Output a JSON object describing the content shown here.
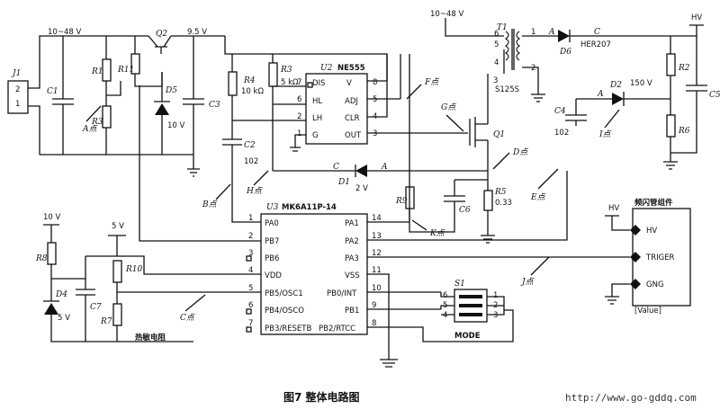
{
  "caption": "图7 整体电路图",
  "watermark": "http://www.go-gddq.com",
  "supplies": {
    "top_left": "10~48 V",
    "top_right": "10~48 V",
    "v95": "9.5 V",
    "hv": "HV",
    "v10": "10 V",
    "v5": "5 V"
  },
  "mcu": {
    "ref": "U3",
    "name": "MK6A11P-14",
    "pins_left": [
      {
        "num": "1",
        "name": "PA0"
      },
      {
        "num": "2",
        "name": "PB7"
      },
      {
        "num": "3",
        "name": "PB6"
      },
      {
        "num": "4",
        "name": "VDD"
      },
      {
        "num": "5",
        "name": "PB5/OSC1"
      },
      {
        "num": "6",
        "name": "PB4/OSCO"
      },
      {
        "num": "7",
        "name": "PB3/RESETB"
      }
    ],
    "pins_right": [
      {
        "num": "14",
        "name": "PA1"
      },
      {
        "num": "13",
        "name": "PA2"
      },
      {
        "num": "12",
        "name": "PA3"
      },
      {
        "num": "11",
        "name": "VSS"
      },
      {
        "num": "10",
        "name": "PB0/INT"
      },
      {
        "num": "9",
        "name": "PB1"
      },
      {
        "num": "8",
        "name": "PB2/RTCC"
      }
    ]
  },
  "ne555": {
    "ref": "U2",
    "name": "NE555",
    "pins_left": [
      {
        "num": "7",
        "name": "DIS"
      },
      {
        "num": "6",
        "name": "HL"
      },
      {
        "num": "2",
        "name": "LH"
      },
      {
        "num": "1",
        "name": "G"
      }
    ],
    "pins_right": [
      {
        "num": "8",
        "name": "V"
      },
      {
        "num": "5",
        "name": "ADJ"
      },
      {
        "num": "4",
        "name": "CLR"
      },
      {
        "num": "3",
        "name": "OUT"
      }
    ]
  },
  "components": {
    "J1": "J1",
    "C1": "C1",
    "R1": "R1",
    "R2": "R2",
    "R11": "R11",
    "Q2": "Q2",
    "D5": "D5",
    "C3": "C3",
    "R3": "R3",
    "R3v": "5 kΩ",
    "R4": "R4",
    "R4v": "10 kΩ",
    "C2": "C2",
    "C2v": "102",
    "T1": "T1",
    "T1v": "S125S",
    "D6": "D6",
    "D6v": "HER207",
    "R2r": "R2",
    "R6": "R6",
    "C5": "C5",
    "D2": "D2",
    "D2v": "150 V",
    "C4": "C4",
    "C4v": "102",
    "Q1": "Q1",
    "D1": "D1",
    "D1v": "2 V",
    "R5": "R5",
    "R5v": "0.33",
    "R9": "R9",
    "C6": "C6",
    "R8": "R8",
    "D4": "D4",
    "D4v": "5 V",
    "C7": "C7",
    "R10": "R10",
    "R7": "R7",
    "thermistor_label": "热敏电阻",
    "S1": "S1",
    "mode": "MODE",
    "one": "1",
    "two": "2",
    "three": "3",
    "four": "4",
    "five": "5",
    "six": "6",
    "ten_v": "10 V"
  },
  "points": {
    "A": "A点",
    "B": "B点",
    "C": "C点",
    "D": "D点",
    "E": "E点",
    "F": "F点",
    "G": "G点",
    "H": "H点",
    "I": "I点",
    "J": "J点",
    "K": "K点"
  },
  "nodes": {
    "A": "A",
    "C": "C"
  },
  "lamp": {
    "title": "频闪管组件",
    "hv": "HV",
    "trig": "TRIGER",
    "gng": "GNG",
    "value": "[Value]"
  }
}
